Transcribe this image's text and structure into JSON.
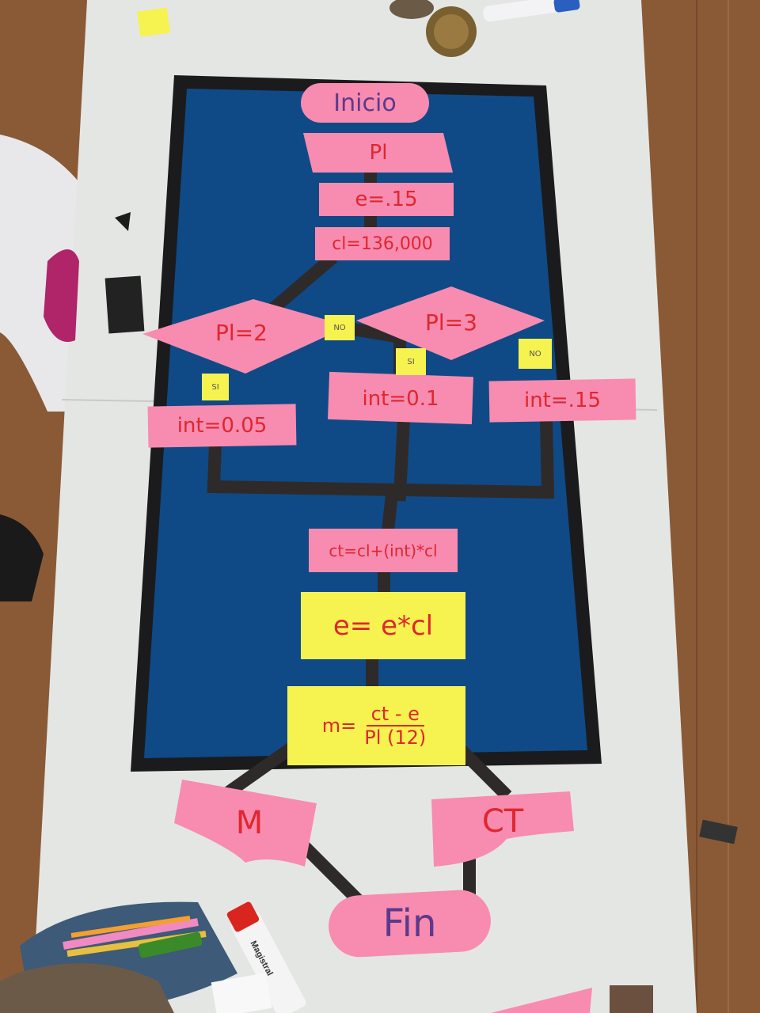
{
  "flowchart": {
    "start": "Inicio",
    "input": "Pl",
    "assign_e": "e=.15",
    "assign_cl": "cl=136,000",
    "decision_1": "Pl=2",
    "decision_2": "Pl=3",
    "tag_no_1": "NO",
    "tag_si_1": "SI",
    "tag_si_2": "SI",
    "tag_no_2": "NO",
    "int_a": "int=0.05",
    "int_b": "int=0.1",
    "int_c": "int=.15",
    "calc_ct": "ct=cl+(int)*cl",
    "calc_e": "e= e*cl",
    "calc_m_prefix": "m=",
    "calc_m_num": "ct - e",
    "calc_m_den": "Pl (12)",
    "output_m": "M",
    "output_ct": "CT",
    "end": "Fin"
  },
  "marker_brand": "Magistral",
  "colors": {
    "table": "#e4e6e4",
    "board": "#0f4a86",
    "border": "#1b1b1d",
    "pink": "#f78cb0",
    "yellow": "#f6f250",
    "ink_red": "#e0262e",
    "ink_purple": "#5b3a8c",
    "floor": "#8a5a36"
  }
}
